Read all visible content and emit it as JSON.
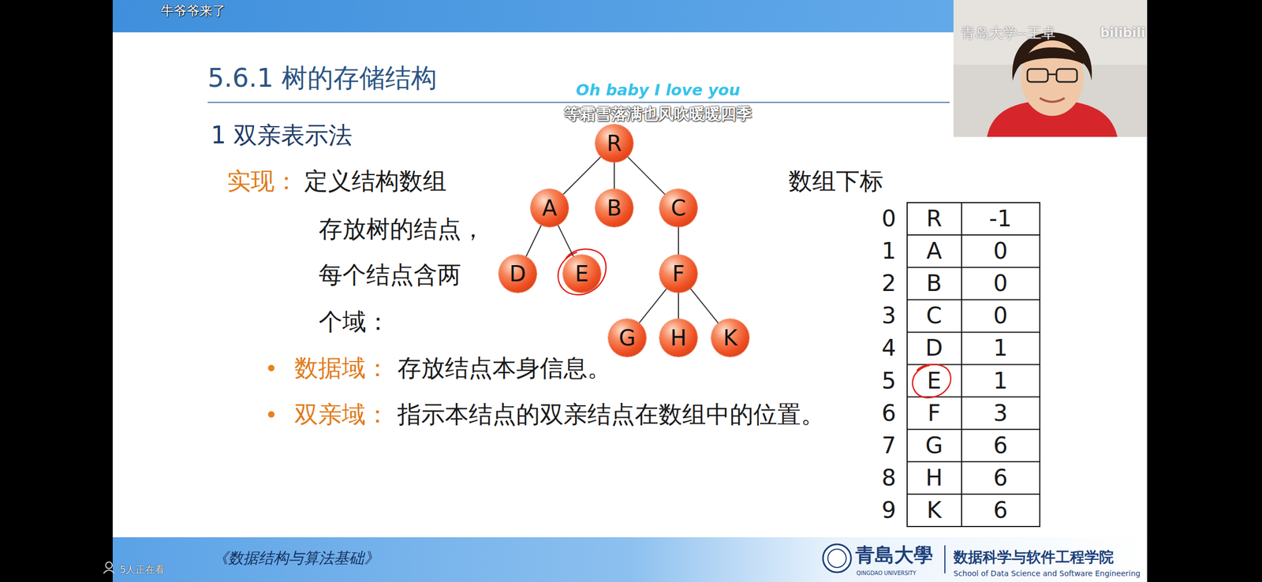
{
  "diagram": {
    "title": "5.6.1 树的存储结构",
    "nodes": [
      {
        "text": [
          "R"
        ]
      },
      {
        "text": [
          "A"
        ]
      },
      {
        "text": [
          "B"
        ]
      },
      {
        "text": [
          "C"
        ]
      },
      {
        "text": [
          "D"
        ]
      },
      {
        "text": [
          "E"
        ]
      },
      {
        "text": [
          "F"
        ]
      },
      {
        "text": [
          "G"
        ]
      },
      {
        "text": [
          "H"
        ]
      },
      {
        "text": [
          "K"
        ]
      }
    ],
    "edges": [
      {
        "from": 0,
        "to": 1,
        "arrow": "none"
      },
      {
        "from": 0,
        "to": 2,
        "arrow": "none"
      },
      {
        "from": 0,
        "to": 3,
        "arrow": "none"
      },
      {
        "from": 1,
        "to": 4,
        "arrow": "none"
      },
      {
        "from": 1,
        "to": 5,
        "arrow": "none"
      },
      {
        "from": 3,
        "to": 6,
        "arrow": "none"
      },
      {
        "from": 6,
        "to": 7,
        "arrow": "none"
      },
      {
        "from": 6,
        "to": 8,
        "arrow": "none"
      },
      {
        "from": 6,
        "to": 9,
        "arrow": "none"
      }
    ],
    "labels": [
      "牛爷爷来了",
      "青岛大学--王卓",
      "bilibili",
      "Oh baby I love you",
      "等霜雪落满也风吹暖暖四季",
      "1 双亲表示法",
      "实现：",
      "定义结构数组",
      "存放树的结点，",
      "每个结点含两",
      "个域：",
      "数据域：",
      "存放结点本身信息。",
      "双亲域：",
      "指示本结点的双亲结点在数组中的位置。",
      "数组下标",
      "0",
      "R",
      "-1",
      "1",
      "A",
      "0",
      "2",
      "B",
      "0",
      "3",
      "C",
      "0",
      "4",
      "D",
      "1",
      "5",
      "E",
      "1",
      "6",
      "F",
      "3",
      "7",
      "G",
      "6",
      "8",
      "H",
      "6",
      "9",
      "K",
      "6",
      "5人正在看",
      "《数据结构与算法基础》",
      "青島大學",
      "QINGDAO UNIVERSITY",
      "数据科学与软件工程学院",
      "School of Data Science and Software Engineering"
    ]
  }
}
